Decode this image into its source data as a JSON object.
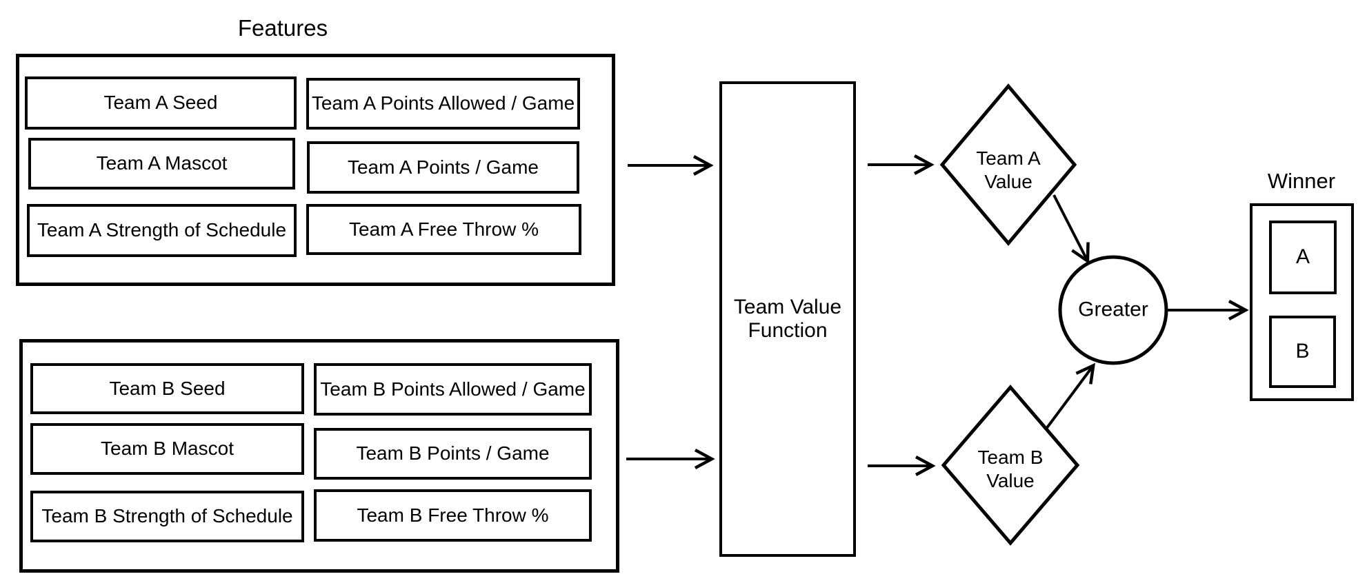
{
  "colors": {
    "ink": "#000000",
    "background": "#ffffff"
  },
  "features": {
    "title": "Features",
    "team_a": {
      "left_column": [
        "Team A Seed",
        "Team A Mascot",
        "Team A Strength of Schedule"
      ],
      "right_column": [
        "Team A Points Allowed / Game",
        "Team A Points / Game",
        "Team A Free Throw %"
      ]
    },
    "team_b": {
      "left_column": [
        "Team B Seed",
        "Team B Mascot",
        "Team B Strength of Schedule"
      ],
      "right_column": [
        "Team B Points Allowed / Game",
        "Team B Points / Game",
        "Team B Free Throw %"
      ]
    }
  },
  "value_function": {
    "label": "Team Value\nFunction"
  },
  "values": {
    "team_a": "Team A\nValue",
    "team_b": "Team B\nValue"
  },
  "comparator": {
    "label": "Greater"
  },
  "winner": {
    "title": "Winner",
    "options": [
      "A",
      "B"
    ]
  }
}
